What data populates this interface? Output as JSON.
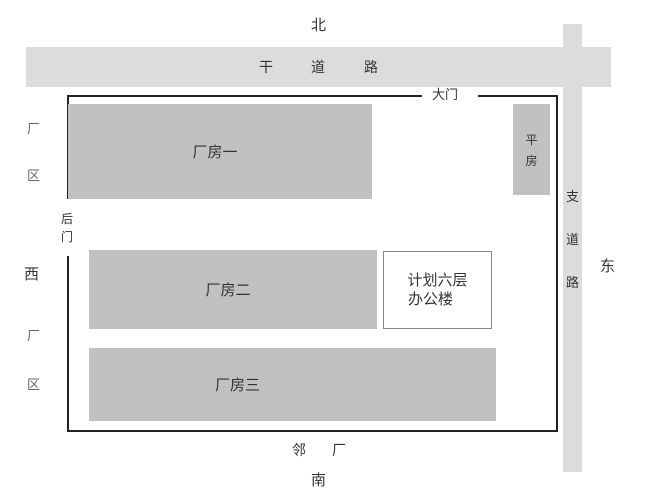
{
  "compass": {
    "north": "北",
    "south": "南",
    "east": "东",
    "west": "西"
  },
  "roads": {
    "main": {
      "chars": [
        "干",
        "道",
        "路"
      ]
    },
    "branch": {
      "chars": [
        "支",
        "道",
        "路"
      ]
    }
  },
  "gates": {
    "main_gate": "大门",
    "back_gate": [
      "后",
      "门"
    ]
  },
  "buildings": {
    "workshop1": "厂房一",
    "workshop2": "厂房二",
    "workshop3": "厂房三",
    "bungalow": [
      "平",
      "房"
    ],
    "office": {
      "line1": "计划六层",
      "line2": "办公楼"
    }
  },
  "neighbors": {
    "west_upper": [
      "厂",
      "区"
    ],
    "west_lower": [
      "厂",
      "区"
    ],
    "south": [
      "邻",
      "厂"
    ]
  },
  "colors": {
    "road": "#dcdcdc",
    "building": "#c2c1bf",
    "wall": "#222222",
    "office_border": "#888888"
  }
}
